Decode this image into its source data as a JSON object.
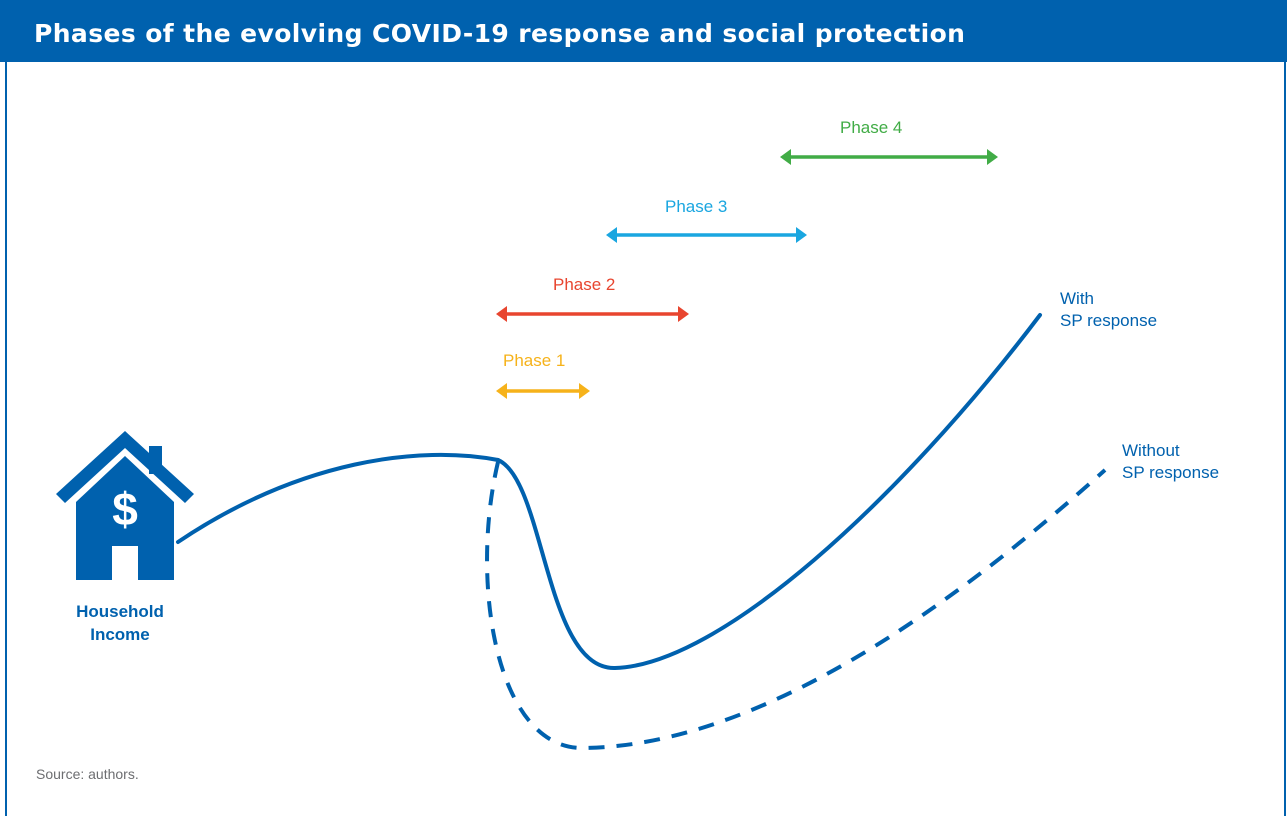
{
  "header": {
    "title": "Phases of the evolving COVID-19 response and social protection"
  },
  "phases": [
    {
      "label": "Phase 1",
      "color": "#f6b21a"
    },
    {
      "label": "Phase 2",
      "color": "#e8452f"
    },
    {
      "label": "Phase 3",
      "color": "#1aa6e0"
    },
    {
      "label": "Phase 4",
      "color": "#41ac46"
    }
  ],
  "curves": {
    "with_sp": {
      "line1": "With",
      "line2": "SP response",
      "style": "solid"
    },
    "without_sp": {
      "line1": "Without",
      "line2": "SP response",
      "style": "dashed"
    }
  },
  "house": {
    "icon": "house-dollar-icon",
    "symbol": "$",
    "line1": "Household",
    "line2": "Income"
  },
  "colors": {
    "primary_blue": "#0061ae",
    "source_gray": "#6d6e71"
  },
  "source": "Source: authors."
}
